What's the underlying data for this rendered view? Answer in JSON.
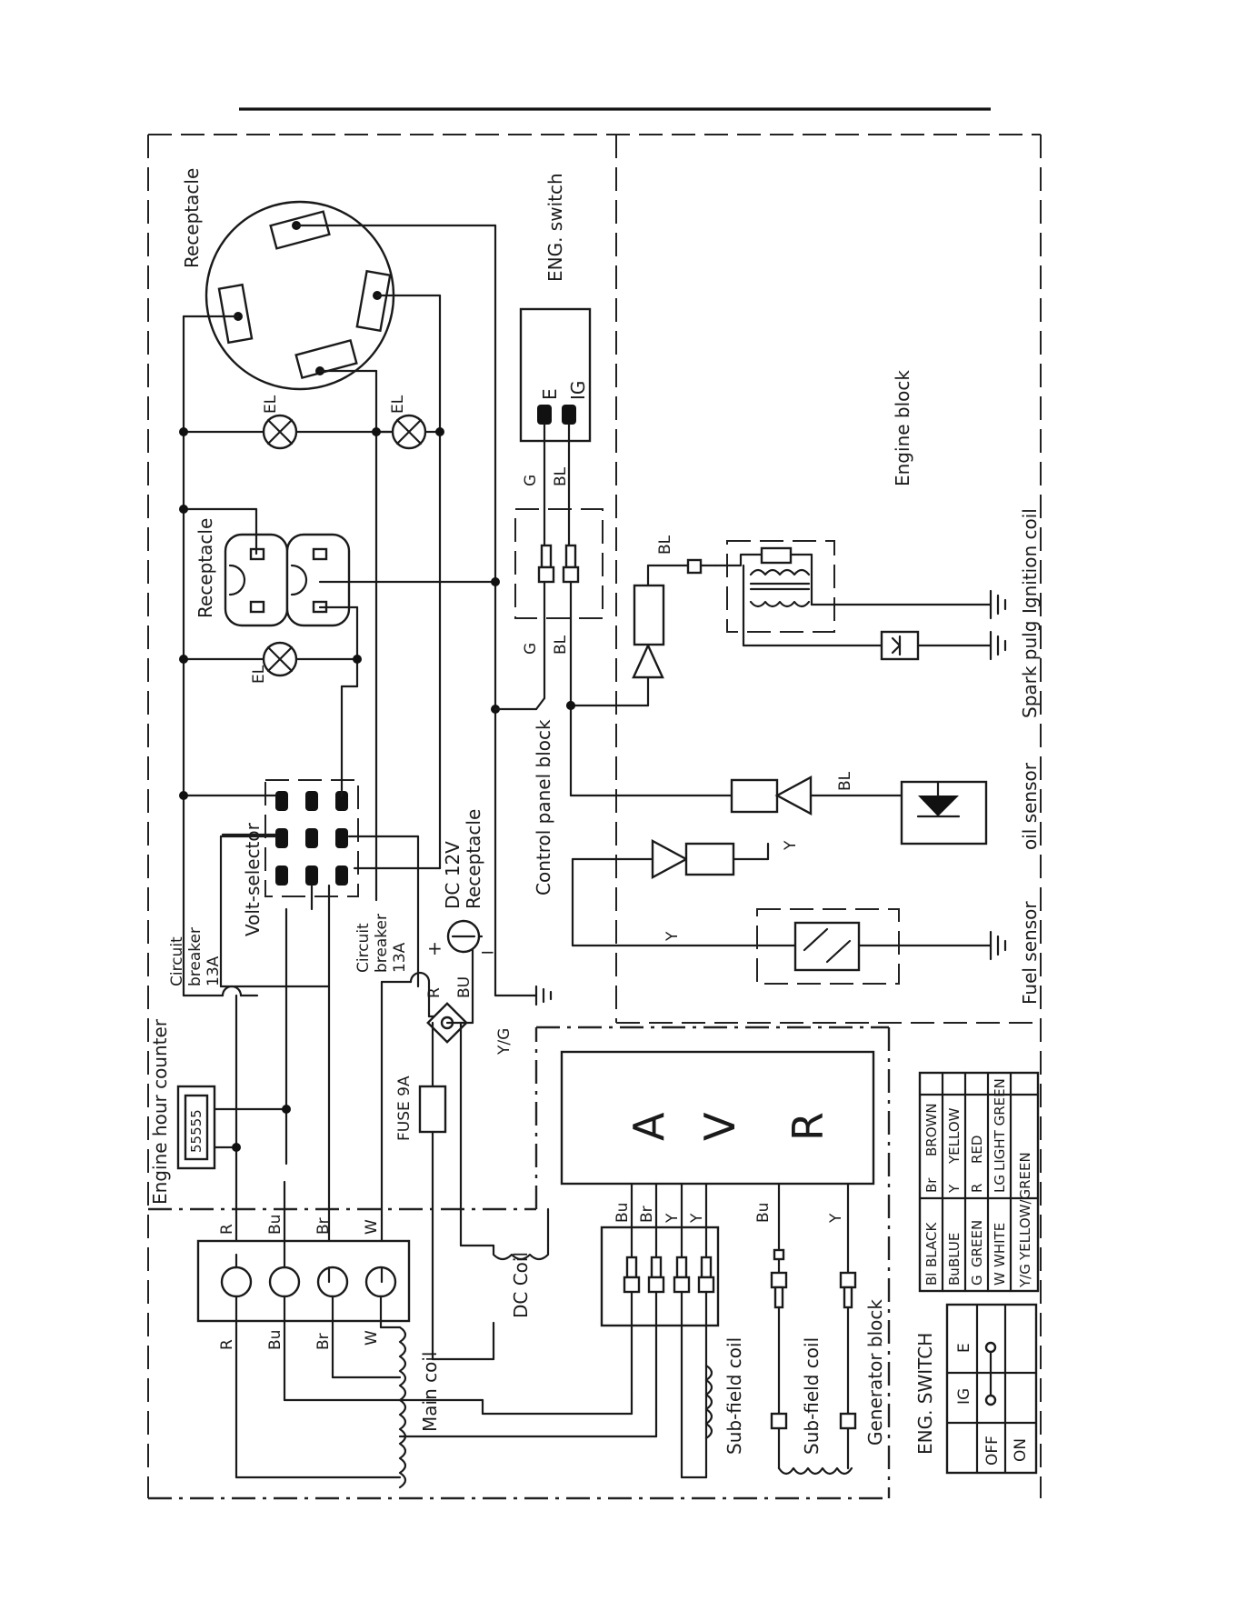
{
  "blocks": {
    "engine_hour_counter": "Engine hour counter",
    "control_panel": "Control panel block",
    "engine": "Engine block",
    "generator": "Generator block"
  },
  "components": {
    "receptacle_twistlock": "Receptacle",
    "receptacle_duplex": "Receptacle",
    "eng_switch": "ENG. switch",
    "volt_selector": "Volt-selector",
    "breaker_1_a": "Circuit",
    "breaker_1_b": "breaker",
    "breaker_1_c": "13A",
    "breaker_2_a": "Circuit",
    "breaker_2_b": "breaker",
    "breaker_2_c": "13A",
    "dc_receptacle_a": "DC 12V",
    "dc_receptacle_b": "Receptacle",
    "fuse": "FUSE 9A",
    "avr_a": "A",
    "avr_v": "V",
    "avr_r": "R",
    "dc_coil": "DC Coil",
    "main_coil": "Main coil",
    "subfield_coil_1": "Sub-field coil",
    "subfield_coil_2": "Sub-field coil",
    "ignition_coil": "Ignition coil",
    "spark_plug": "Spark pulg",
    "oil_sensor": "oil sensor",
    "fuel_sensor": "Fuel sensor",
    "hour_counter_digits": "55555",
    "lamp": "EL",
    "switch_e": "E",
    "switch_ig": "IG"
  },
  "wire_labels": {
    "g": "G",
    "bl": "BL",
    "y": "Y",
    "yg": "Y/G",
    "r": "R",
    "bu": "BU",
    "R": "R",
    "Bu": "Bu",
    "Br": "Br",
    "W": "W",
    "plus": "+",
    "minus": "−"
  },
  "color_legend": {
    "rows": [
      [
        {
          "code": "Bl",
          "name": "BLACK"
        },
        {
          "code": "Br",
          "name": "BROWN"
        }
      ],
      [
        {
          "code": "Bu",
          "name": "BLUE"
        },
        {
          "code": "Y",
          "name": "YELLOW"
        }
      ],
      [
        {
          "code": "G",
          "name": "GREEN"
        },
        {
          "code": "R",
          "name": "RED"
        }
      ],
      [
        {
          "code": "W",
          "name": "WHITE"
        },
        {
          "code": "LG",
          "name": "LIGHT GREEN"
        }
      ],
      [
        {
          "code": "Y/G",
          "name": "YELLOW/GREEN"
        },
        {
          "code": "",
          "name": ""
        }
      ]
    ]
  },
  "eng_switch_table": {
    "title": "ENG. SWITCH",
    "headers": [
      "",
      "IG",
      "E"
    ],
    "rows": [
      "OFF",
      "ON"
    ]
  }
}
